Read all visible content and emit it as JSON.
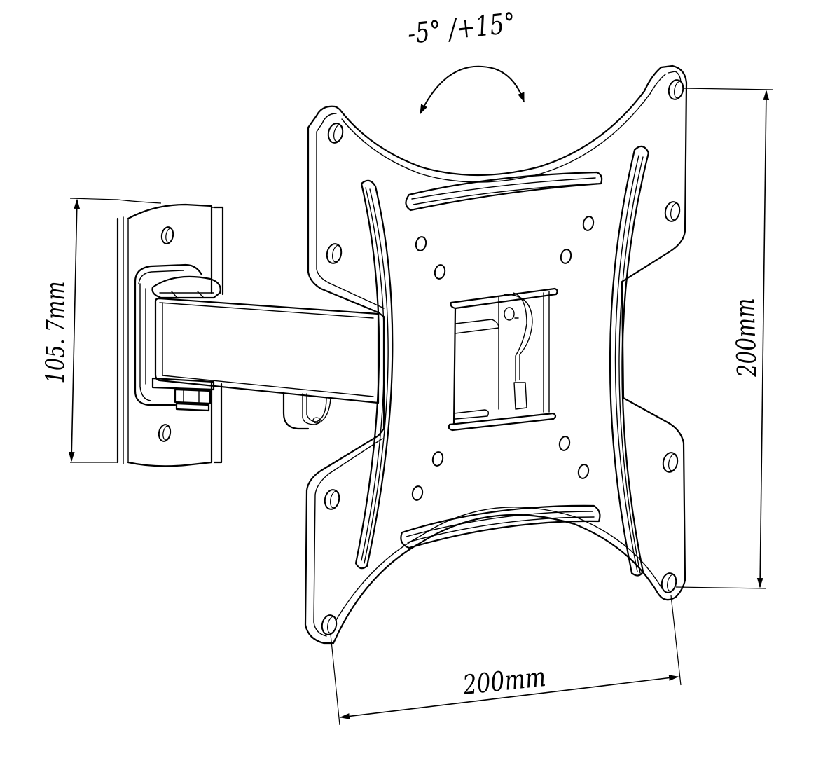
{
  "diagram": {
    "subject": "Articulating TV wall mount bracket (line drawing)",
    "labels": {
      "tilt_range": "-5° /+15°",
      "wall_plate_height": "105. 7mm",
      "vesa_vertical": "200mm",
      "vesa_horizontal": "200mm"
    },
    "components": [
      "wall-plate",
      "swing-arm",
      "pivot-bolt-top",
      "pivot-nut-bottom",
      "tv-plate",
      "tilt-bracket",
      "mounting-holes",
      "curved-slots"
    ],
    "line_color": "#000000",
    "background": "#ffffff"
  }
}
